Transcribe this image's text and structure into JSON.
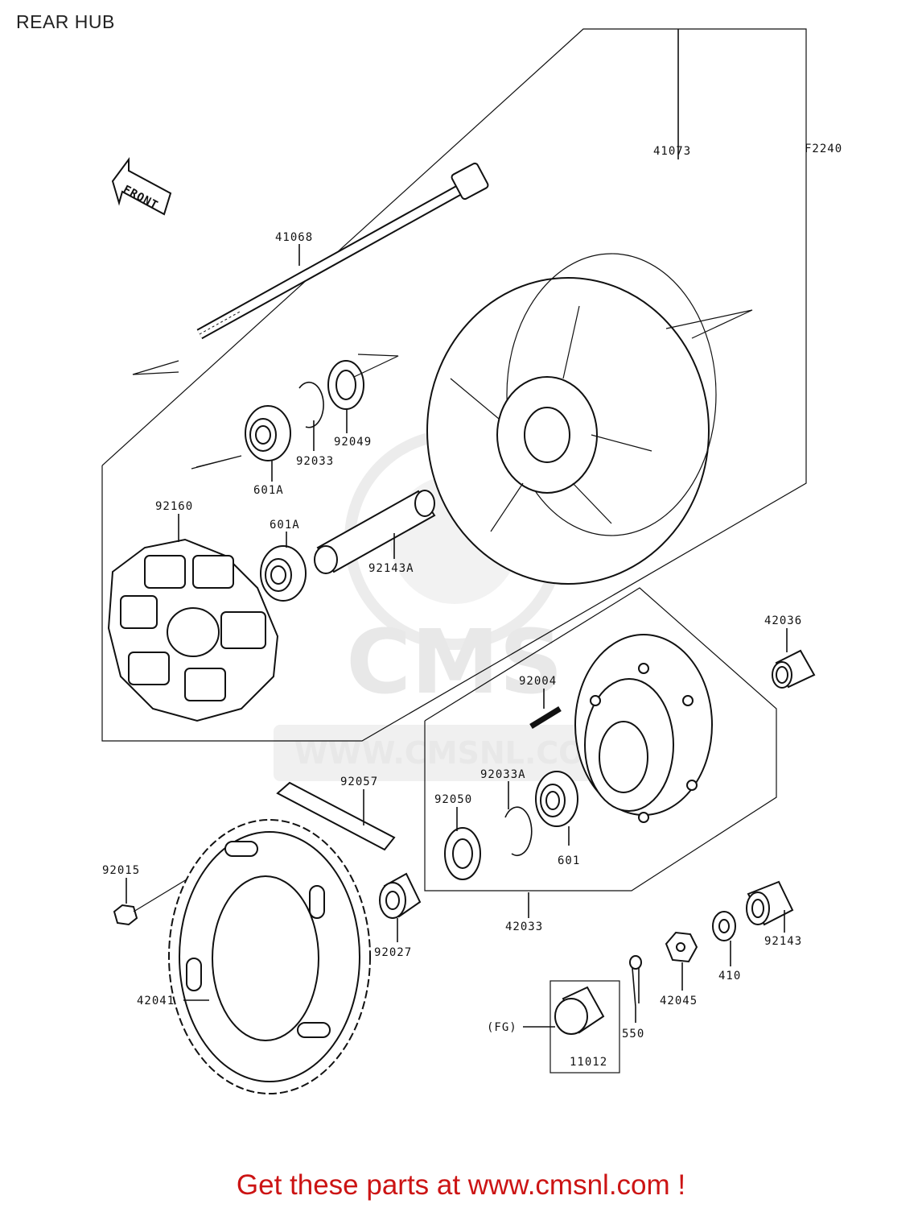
{
  "page": {
    "title": "REAR HUB"
  },
  "diagram_code": "F2240",
  "front_arrow_label": "FRONT",
  "watermark": {
    "logo_text": "CMS",
    "url_text": "WWW.CMSNL.COM"
  },
  "parts": {
    "p41073": "41073",
    "p41068": "41068",
    "p92049": "92049",
    "p92033": "92033",
    "p601A_a": "601A",
    "p92160": "92160",
    "p601A_b": "601A",
    "p92143A": "92143A",
    "p42036": "42036",
    "p92004": "92004",
    "p92057": "92057",
    "p92033A": "92033A",
    "p92050": "92050",
    "p601": "601",
    "p92015": "92015",
    "p92027": "92027",
    "p42033": "42033",
    "p92143": "92143",
    "p410": "410",
    "p42045": "42045",
    "p42041": "42041",
    "pFG": "(FG)",
    "p550": "550",
    "p11012": "11012"
  },
  "footer": {
    "text": "Get these parts at www.cmsnl.com !",
    "color": "#cc1414"
  }
}
